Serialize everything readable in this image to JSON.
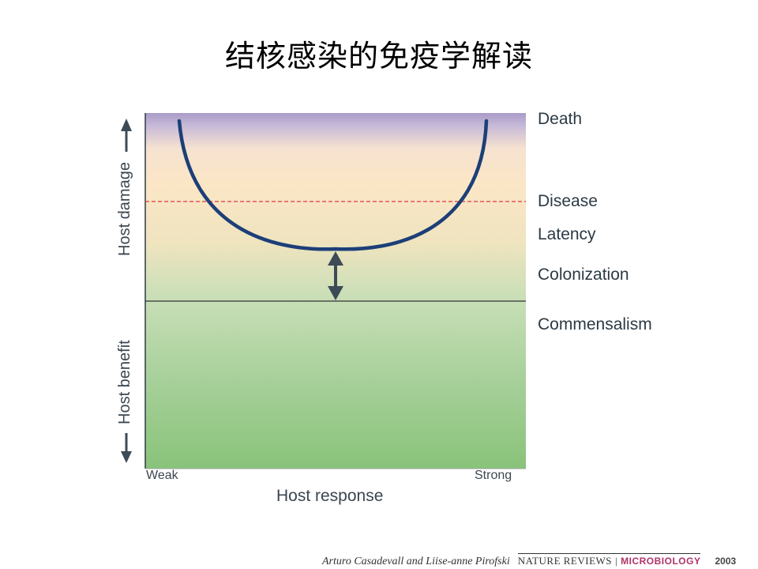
{
  "title": "结核感染的免疫学解读",
  "diagram": {
    "stages": [
      "Death",
      "Disease",
      "Latency",
      "Colonization",
      "Commensalism"
    ],
    "x_axis": {
      "left": "Weak",
      "right": "Strong",
      "title": "Host response"
    },
    "y_axis": {
      "upper": "Host damage",
      "lower": "Host benefit"
    },
    "colors": {
      "curve": "#1c3f78",
      "disease_threshold": "#e0393e",
      "arrow": "#3d4b57",
      "top_band": "#a99bc7",
      "damage_zone": "#fbe6c6",
      "benefit_zone": "#89c37a"
    }
  },
  "citation": {
    "authors": "Arturo Casadevall and Liise-anne Pirofski",
    "journal": "NATURE REVIEWS",
    "separator": "|",
    "section": "MICROBIOLOGY",
    "year": "2003"
  }
}
